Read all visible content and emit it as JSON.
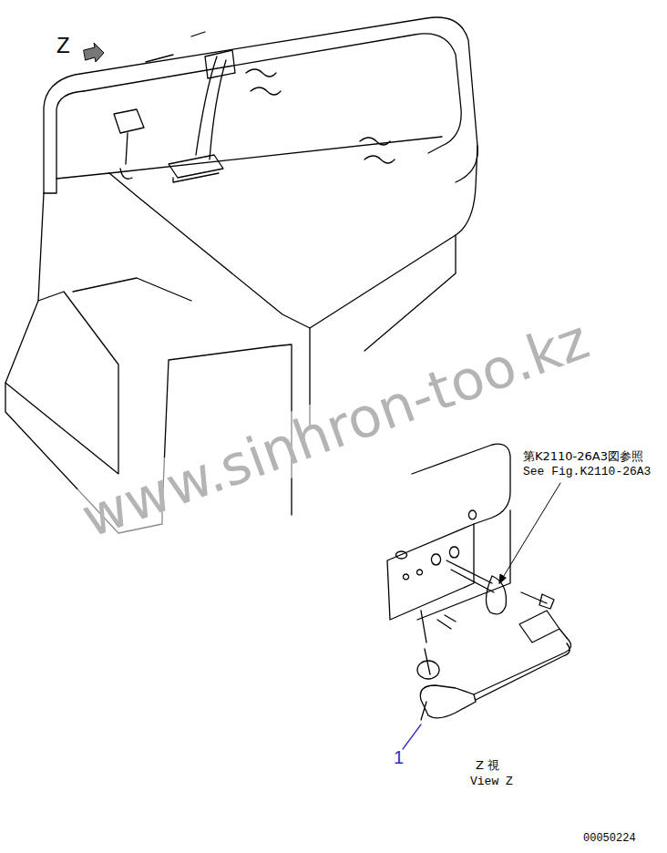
{
  "diagram": {
    "labels": [
      "Z",
      "第K2110-26A3図参照",
      "See Fig.K2110-26A3",
      "1",
      "Z 視",
      "View Z",
      "00050224",
      "www.sinhron-too.kz"
    ]
  }
}
